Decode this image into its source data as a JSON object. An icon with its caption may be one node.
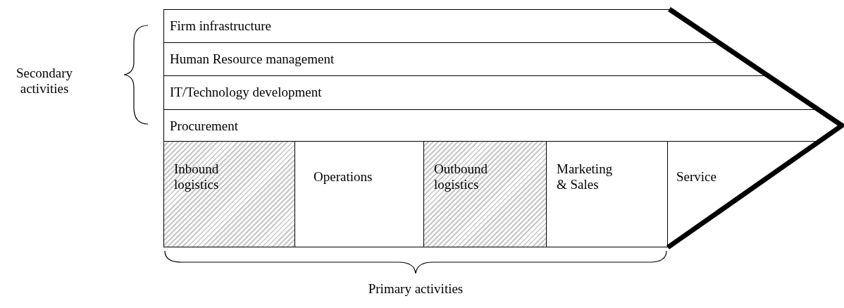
{
  "diagram": {
    "nodes": [
      {
        "text": [
          "Firm infrastructure"
        ]
      },
      {
        "text": [
          "Human Resource management"
        ]
      },
      {
        "text": [
          "IT/Technology development"
        ]
      },
      {
        "text": [
          "Procurement"
        ]
      },
      {
        "text": [
          "Inbound logistics"
        ]
      },
      {
        "text": [
          "Operations"
        ]
      },
      {
        "text": [
          "Outbound logistics"
        ]
      },
      {
        "text": [
          "Marketing & Sales"
        ]
      },
      {
        "text": [
          "Service"
        ]
      }
    ],
    "labels": [
      "Secondary activities",
      "Primary activities"
    ]
  }
}
